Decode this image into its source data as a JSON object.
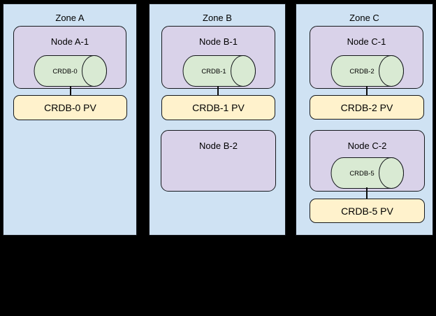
{
  "palette": {
    "background": "#000000",
    "zone_fill": "#cfe2f3",
    "node_fill": "#d9d2e9",
    "cylinder_fill": "#d9ead3",
    "pv_fill": "#fff2cc",
    "border": "#15181c",
    "text": "#000000"
  },
  "zones": [
    {
      "title": "Zone A",
      "nodes": [
        {
          "label": "Node A-1",
          "cylinder": "CRDB-0"
        }
      ],
      "pvs": [
        {
          "label": "CRDB-0 PV"
        }
      ]
    },
    {
      "title": "Zone B",
      "nodes": [
        {
          "label": "Node B-1",
          "cylinder": "CRDB-1"
        },
        {
          "label": "Node B-2"
        }
      ],
      "pvs": [
        {
          "label": "CRDB-1 PV"
        }
      ]
    },
    {
      "title": "Zone C",
      "nodes": [
        {
          "label": "Node C-1",
          "cylinder": "CRDB-2"
        },
        {
          "label": "Node C-2",
          "cylinder": "CRDB-5"
        }
      ],
      "pvs": [
        {
          "label": "CRDB-2 PV"
        },
        {
          "label": "CRDB-5 PV"
        }
      ]
    }
  ]
}
